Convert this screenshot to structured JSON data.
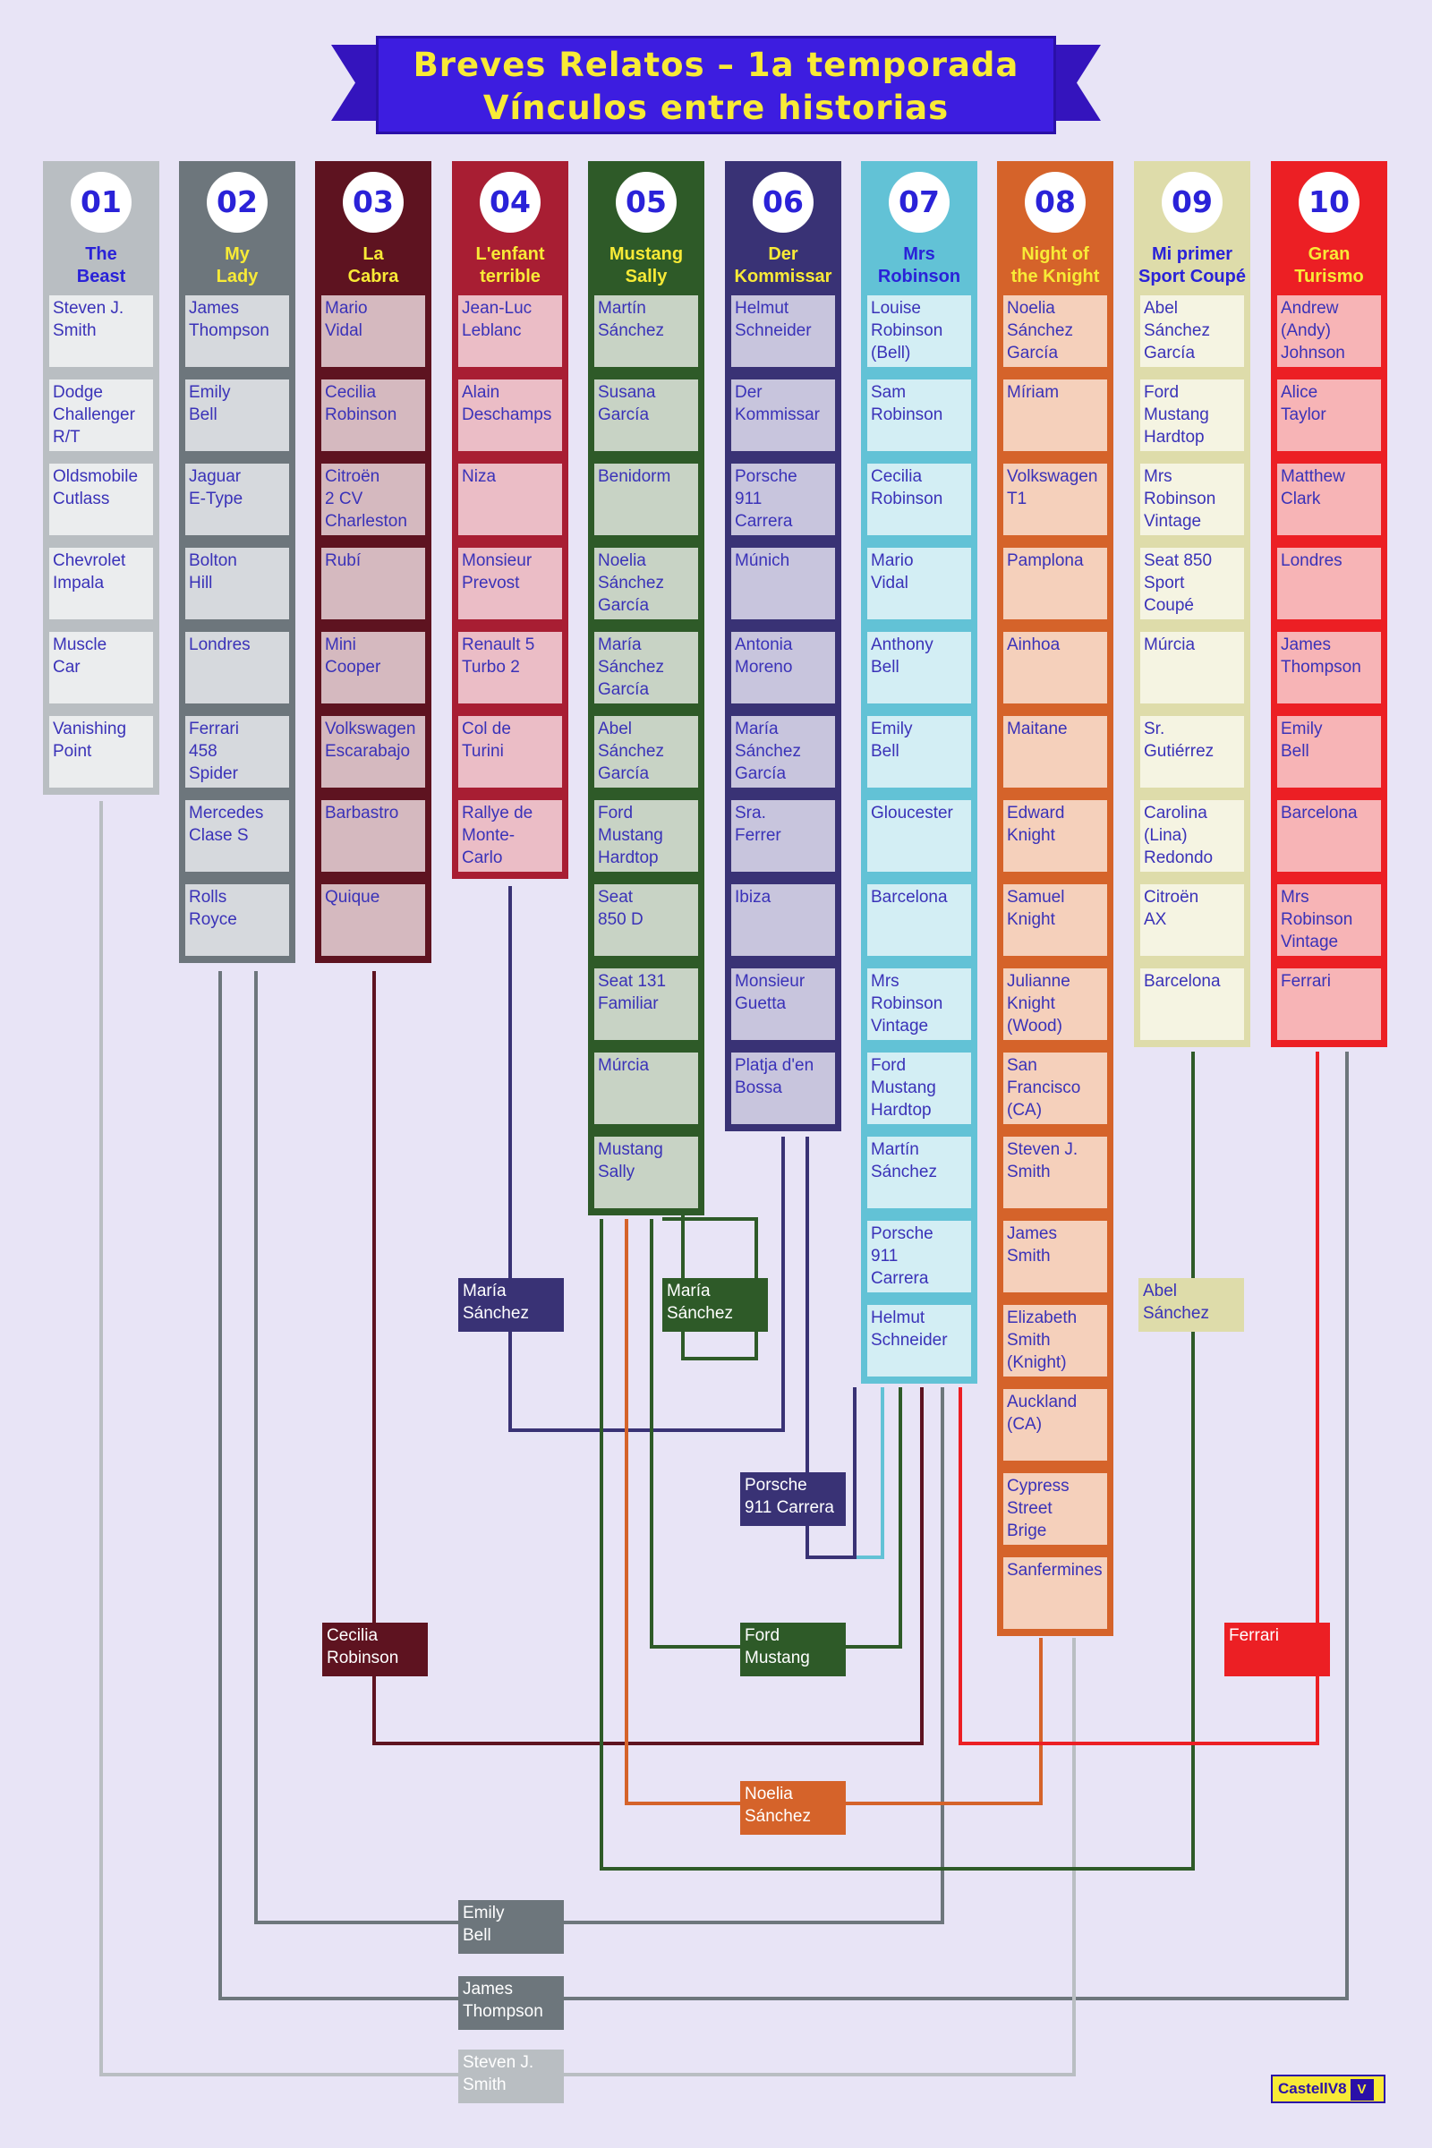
{
  "title": {
    "line1": "Breves Relatos – 1a temporada",
    "line2": "Vínculos entre historias"
  },
  "columns": [
    {
      "num": "01",
      "title": [
        "The",
        "Beast"
      ],
      "color": "#b9bec2",
      "light": "#ebedee",
      "title_color": "#2a22d8",
      "items": [
        [
          "Steven J.",
          "Smith"
        ],
        [
          "Dodge",
          "Challenger",
          "R/T"
        ],
        [
          "Oldsmobile",
          "Cutlass"
        ],
        [
          "Chevrolet",
          "Impala"
        ],
        [
          "Muscle",
          "Car"
        ],
        [
          "Vanishing",
          "Point"
        ]
      ]
    },
    {
      "num": "02",
      "title": [
        "My",
        "Lady"
      ],
      "color": "#6d767c",
      "light": "#d6d9dd",
      "title_color": "#f8ea36",
      "items": [
        [
          "James",
          "Thompson"
        ],
        [
          "Emily",
          "Bell"
        ],
        [
          "Jaguar",
          "E-Type"
        ],
        [
          "Bolton",
          "Hill"
        ],
        [
          "Londres"
        ],
        [
          "Ferrari",
          "458",
          "Spider"
        ],
        [
          "Mercedes",
          "Clase S"
        ],
        [
          "Rolls",
          "Royce"
        ]
      ]
    },
    {
      "num": "03",
      "title": [
        "La",
        "Cabra"
      ],
      "color": "#5e1320",
      "light": "#d5b9bf",
      "title_color": "#f8ea36",
      "items": [
        [
          "Mario",
          "Vidal"
        ],
        [
          "Cecilia",
          "Robinson"
        ],
        [
          "Citroën",
          "2 CV",
          "Charleston"
        ],
        [
          "Rubí"
        ],
        [
          "Mini",
          "Cooper"
        ],
        [
          "Volkswagen",
          "Escarabajo"
        ],
        [
          "Barbastro"
        ],
        [
          "Quique"
        ]
      ]
    },
    {
      "num": "04",
      "title": [
        "L'enfant",
        "terrible"
      ],
      "color": "#a81e33",
      "light": "#ebbdc6",
      "title_color": "#f8ea36",
      "items": [
        [
          "Jean-Luc",
          "Leblanc"
        ],
        [
          "Alain",
          "Deschamps"
        ],
        [
          "Niza"
        ],
        [
          "Monsieur",
          "Prevost"
        ],
        [
          "Renault 5",
          "Turbo 2"
        ],
        [
          "Col de",
          "Turini"
        ],
        [
          "Rallye de",
          "Monte-",
          "Carlo"
        ]
      ]
    },
    {
      "num": "05",
      "title": [
        "Mustang",
        "Sally"
      ],
      "color": "#2e5a28",
      "light": "#c8d3c5",
      "title_color": "#f8ea36",
      "items": [
        [
          "Martín",
          "Sánchez"
        ],
        [
          "Susana",
          "García"
        ],
        [
          "Benidorm"
        ],
        [
          "Noelia",
          "Sánchez",
          "García"
        ],
        [
          "María",
          "Sánchez",
          "García"
        ],
        [
          "Abel",
          "Sánchez",
          "García"
        ],
        [
          "Ford",
          "Mustang",
          "Hardtop"
        ],
        [
          "Seat",
          "850 D"
        ],
        [
          "Seat 131",
          "Familiar"
        ],
        [
          "Múrcia"
        ],
        [
          "Mustang",
          "Sally"
        ]
      ]
    },
    {
      "num": "06",
      "title": [
        "Der",
        "Kommissar"
      ],
      "color": "#393275",
      "light": "#c8c5dd",
      "title_color": "#f8ea36",
      "items": [
        [
          "Helmut",
          "Schneider"
        ],
        [
          "Der",
          "Kommissar"
        ],
        [
          "Porsche",
          "911",
          "Carrera"
        ],
        [
          "Múnich"
        ],
        [
          "Antonia",
          "Moreno"
        ],
        [
          "María",
          "Sánchez",
          "García"
        ],
        [
          "Sra.",
          "Ferrer"
        ],
        [
          "Ibiza"
        ],
        [
          "Monsieur",
          "Guetta"
        ],
        [
          "Platja d'en",
          "Bossa"
        ]
      ]
    },
    {
      "num": "07",
      "title": [
        "Mrs",
        "Robinson"
      ],
      "color": "#62c2d6",
      "light": "#d3eef4",
      "title_color": "#2a22d8",
      "items": [
        [
          "Louise",
          "Robinson",
          "(Bell)"
        ],
        [
          "Sam",
          "Robinson"
        ],
        [
          "Cecilia",
          "Robinson"
        ],
        [
          "Mario",
          "Vidal"
        ],
        [
          "Anthony",
          "Bell"
        ],
        [
          "Emily",
          "Bell"
        ],
        [
          "Gloucester"
        ],
        [
          "Barcelona"
        ],
        [
          "Mrs",
          "Robinson",
          "Vintage Cars"
        ],
        [
          "Ford",
          "Mustang",
          "Hardtop"
        ],
        [
          "Martín",
          "Sánchez"
        ],
        [
          "Porsche",
          "911",
          "Carrera"
        ],
        [
          "Helmut",
          "Schneider"
        ]
      ]
    },
    {
      "num": "08",
      "title": [
        "Night of",
        "the Knight"
      ],
      "color": "#d5632a",
      "light": "#f5d0bb",
      "title_color": "#f8ea36",
      "items": [
        [
          "Noelia",
          "Sánchez",
          "García"
        ],
        [
          "Míriam"
        ],
        [
          "Volkswagen",
          "T1"
        ],
        [
          "Pamplona"
        ],
        [
          "Ainhoa"
        ],
        [
          "Maitane"
        ],
        [
          "Edward",
          "Knight"
        ],
        [
          "Samuel",
          "Knight"
        ],
        [
          "Julianne",
          "Knight",
          "(Wood)"
        ],
        [
          "San",
          "Francisco",
          "(CA)"
        ],
        [
          "Steven J.",
          "Smith"
        ],
        [
          "James",
          "Smith"
        ],
        [
          "Elizabeth",
          "Smith",
          "(Knight)"
        ],
        [
          "Auckland",
          "(CA)"
        ],
        [
          "Cypress",
          "Street",
          "Brige"
        ],
        [
          "Sanfermines"
        ]
      ]
    },
    {
      "num": "09",
      "title": [
        "Mi primer",
        "Sport Coupé"
      ],
      "color": "#dedcaa",
      "light": "#f5f4e2",
      "title_color": "#2a22d8",
      "items": [
        [
          "Abel",
          "Sánchez",
          "García"
        ],
        [
          "Ford",
          "Mustang",
          "Hardtop"
        ],
        [
          "Mrs",
          "Robinson",
          "Vintage Cars"
        ],
        [
          "Seat 850",
          "Sport",
          "Coupé"
        ],
        [
          "Múrcia"
        ],
        [
          "Sr.",
          "Gutiérrez"
        ],
        [
          "Carolina",
          "(Lina)",
          "Redondo"
        ],
        [
          "Citroën",
          "AX"
        ],
        [
          "Barcelona"
        ]
      ]
    },
    {
      "num": "10",
      "title": [
        "Gran",
        "Turismo"
      ],
      "color": "#ec1f24",
      "light": "#f7b4b6",
      "title_color": "#f8ea36",
      "items": [
        [
          "Andrew",
          "(Andy)",
          "Johnson"
        ],
        [
          "Alice",
          "Taylor"
        ],
        [
          "Matthew",
          "Clark"
        ],
        [
          "Londres"
        ],
        [
          "James",
          "Thompson"
        ],
        [
          "Emily",
          "Bell"
        ],
        [
          "Barcelona"
        ],
        [
          "Mrs",
          "Robinson",
          "Vintage Cars"
        ],
        [
          "Ferrari"
        ]
      ]
    }
  ],
  "links": [
    {
      "label": [
        "María",
        "Sánchez"
      ],
      "color": "#393275",
      "text_color": "#ffffff"
    },
    {
      "label": [
        "María",
        "Sánchez"
      ],
      "color": "#2e5a28",
      "text_color": "#ffffff"
    },
    {
      "label": [
        "Abel",
        "Sánchez"
      ],
      "color": "#dedcaa",
      "text_color": "#3a32b8"
    },
    {
      "label": [
        "Porsche",
        "911 Carrera"
      ],
      "color": "#393275",
      "text_color": "#ffffff"
    },
    {
      "label": [
        "Cecilia",
        "Robinson"
      ],
      "color": "#5e1320",
      "text_color": "#ffffff"
    },
    {
      "label": [
        "Ford",
        "Mustang"
      ],
      "color": "#2e5a28",
      "text_color": "#ffffff"
    },
    {
      "label": [
        "Ferrari"
      ],
      "color": "#ec1f24",
      "text_color": "#ffffff"
    },
    {
      "label": [
        "Noelia",
        "Sánchez"
      ],
      "color": "#d5632a",
      "text_color": "#ffffff"
    },
    {
      "label": [
        "Emily",
        "Bell"
      ],
      "color": "#6d767c",
      "text_color": "#ffffff"
    },
    {
      "label": [
        "James",
        "Thompson"
      ],
      "color": "#6d767c",
      "text_color": "#ffffff"
    },
    {
      "label": [
        "Steven J.",
        "Smith"
      ],
      "color": "#b9bec2",
      "text_color": "#ffffff"
    }
  ],
  "logo": {
    "text": "CastellV8",
    "mark": "V"
  }
}
